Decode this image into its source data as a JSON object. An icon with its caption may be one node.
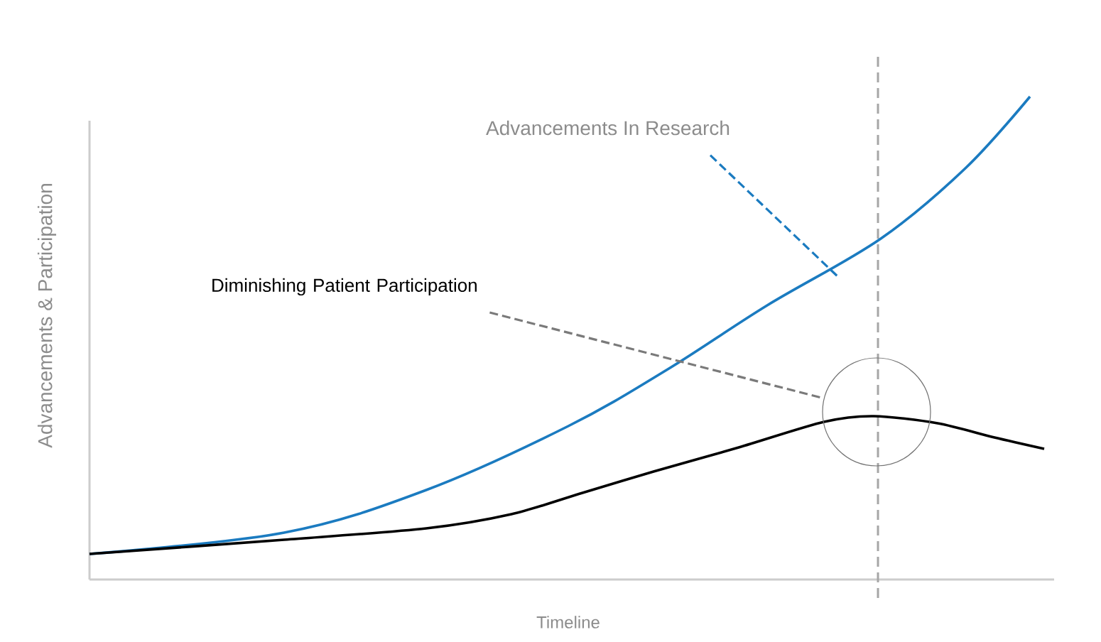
{
  "diagram": {
    "nodes": [
      {
        "text": [
          "Advancements In Research"
        ]
      },
      {
        "text": [
          "Diminishing Patient Participation"
        ]
      },
      {
        "text": [],
        "shape": "circle"
      }
    ],
    "edges": [
      {
        "from": 0,
        "to": null,
        "arrow": "none",
        "style": "dashed",
        "color": "#1b7bc0"
      },
      {
        "from": 1,
        "to": 2,
        "arrow": "none",
        "style": "dashed",
        "color": "#7a7a7a"
      }
    ],
    "labels": [
      "Advancements & Participation",
      "Timeline"
    ]
  }
}
